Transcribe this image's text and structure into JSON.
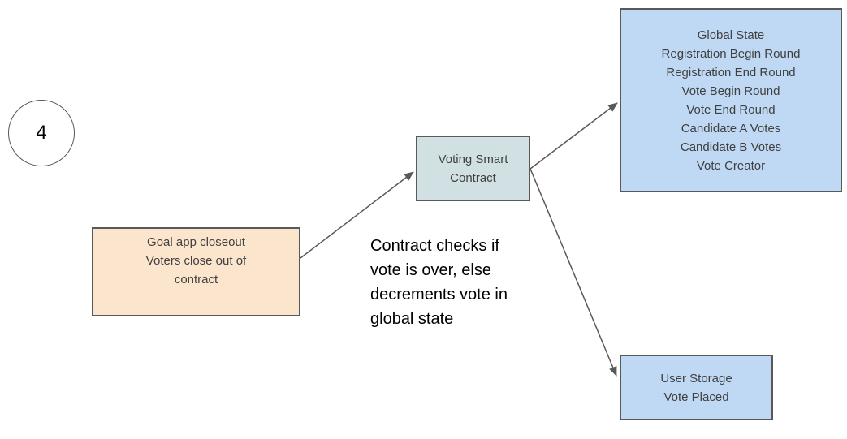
{
  "diagram": {
    "step_marker": {
      "label": "4"
    },
    "nodes": {
      "goal_closeout": {
        "text": "Goal app closeout\nVoters close out of\ncontract",
        "fill": "#fce5cd"
      },
      "voting_smart_contract": {
        "text": "Voting Smart\nContract",
        "fill": "#d0e0e3"
      },
      "global_state": {
        "text": "Global State\nRegistration Begin Round\nRegistration End Round\nVote Begin Round\nVote End Round\nCandidate A Votes\nCandidate B Votes\nVote Creator",
        "fill": "#bfd8f4"
      },
      "user_storage": {
        "text": "User Storage\nVote Placed",
        "fill": "#bfd8f4"
      }
    },
    "annotation": {
      "text": "Contract checks if\nvote is over, else\ndecrements vote in\nglobal state"
    },
    "edges": [
      {
        "from": "goal_closeout",
        "to": "voting_smart_contract"
      },
      {
        "from": "voting_smart_contract",
        "to": "global_state"
      },
      {
        "from": "voting_smart_contract",
        "to": "user_storage"
      }
    ],
    "colors": {
      "background": "#ffffff",
      "border": "#595959",
      "arrow": "#595959",
      "node_text": "#404040",
      "annotation_text": "#000000"
    }
  }
}
